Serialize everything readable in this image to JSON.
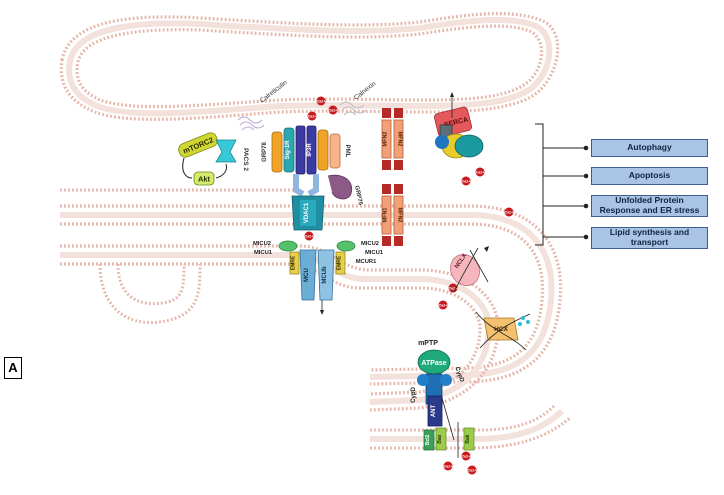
{
  "panel_label": "A",
  "outcomes": [
    "Autophagy",
    "Apoptosis",
    "Unfolded Protein Response and ER stress",
    "Lipid synthesis and transport"
  ],
  "proteins": {
    "mtorc2": "mTORC2",
    "pacs2": "PACS 2",
    "akt": "Akt",
    "calreticulin": "Calreticulin",
    "calnexin": "Calnexin",
    "grp78": "GRP78",
    "sigma1r": "Sig-1R",
    "ip3r": "IP3R",
    "pml": "PML",
    "grp75": "GRP75",
    "vdac": "VDAC1",
    "mfn2_a": "MFN2",
    "mfn2_b": "MFN2",
    "mfn1": "MFN1",
    "mfn2_c": "MFN2",
    "serca": "SERCA",
    "micu2_l": "MICU2",
    "micu1_l": "MICU1",
    "emre_l": "EMRE",
    "mcu": "MCU",
    "mcub": "MCUb",
    "emre_r": "EMRE",
    "micu2_r": "MICU2",
    "micu1_r": "MICU1",
    "mcur1": "MCUR1",
    "nclx": "NCLX",
    "hcx": "HCX",
    "mptp": "mPTP",
    "atpase": "ATPase",
    "cypd_l": "CypD",
    "cypd_r": "CypD",
    "ant": "ANT",
    "bcl2": "Bcl2",
    "bax": "Bax",
    "bak": "Bak"
  },
  "ion_label": "Ca2+",
  "colors": {
    "membrane": "#e8c8bd",
    "outcome_fill": "#a9c4e4",
    "calcium": "#c8191e"
  }
}
